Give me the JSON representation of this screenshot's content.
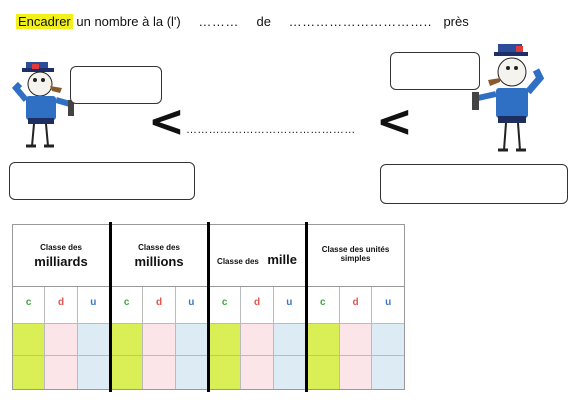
{
  "header": {
    "part1": "Encadrer",
    "part2": "un nombre à  la (l')",
    "dots1": "………",
    "part3": "de",
    "dots2": "…………………………..",
    "part4": "près"
  },
  "middle_dots": "………………………………………",
  "comparator": "<",
  "table": {
    "classes": [
      {
        "small": "Classe des",
        "big": "milliards"
      },
      {
        "small": "Classe des",
        "big": "millions"
      },
      {
        "small": "Classe des",
        "big": "mille"
      },
      {
        "small": "Classe des unités simples",
        "big": ""
      }
    ],
    "column_labels": [
      "c",
      "d",
      "u"
    ],
    "colors": {
      "c": "#3daa3d",
      "d": "#e0554f",
      "u": "#3b78c4",
      "c_fill": "#d9ef55",
      "d_fill": "#fbe5e8",
      "u_fill": "#dcebf4"
    }
  }
}
